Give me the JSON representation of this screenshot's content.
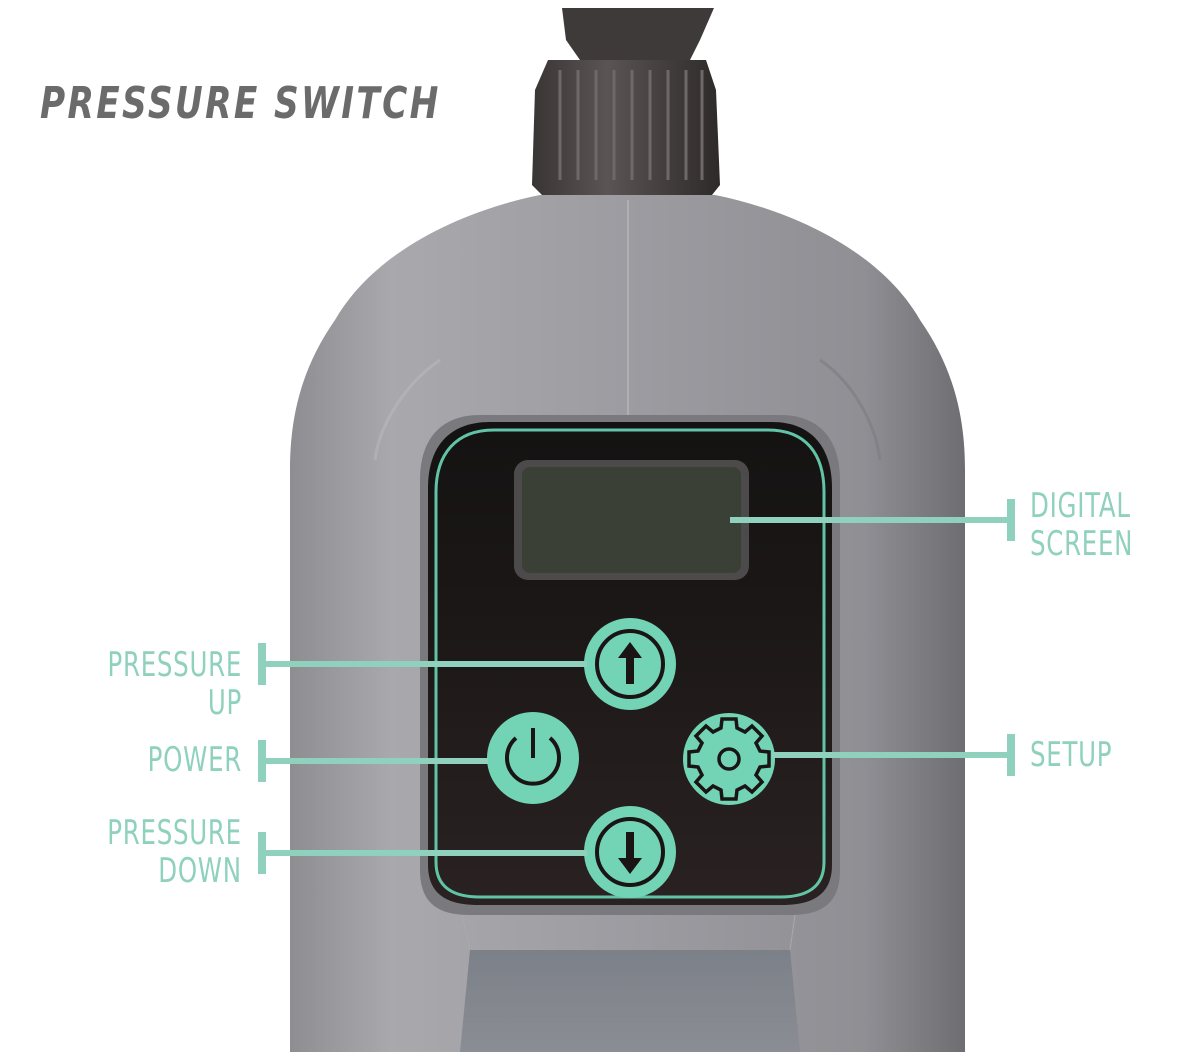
{
  "title": "PRESSURE SWITCH",
  "accent_color": "#8fd1bd",
  "title_color": "#6b6b6b",
  "callouts": {
    "digital_screen": {
      "line1": "DIGITAL",
      "line2": "SCREEN"
    },
    "pressure_up": {
      "label": "PRESSURE UP"
    },
    "power": {
      "label": "POWER"
    },
    "setup": {
      "label": "SETUP"
    },
    "pressure_down": {
      "line1": "PRESSURE",
      "line2": "DOWN"
    }
  },
  "device": {
    "buttons": [
      {
        "name": "pressure-up",
        "icon": "arrow-up-icon"
      },
      {
        "name": "power",
        "icon": "power-icon"
      },
      {
        "name": "setup",
        "icon": "gear-icon"
      },
      {
        "name": "pressure-down",
        "icon": "arrow-down-icon"
      }
    ]
  }
}
